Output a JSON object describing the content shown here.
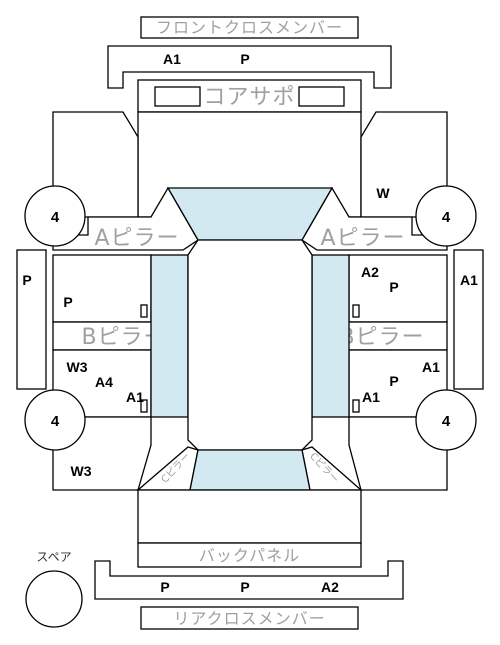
{
  "labels": {
    "front_cross_member": "フロントクロスメンバー",
    "core_support": "コアサポ",
    "a_pillar_left": "Aピラー",
    "a_pillar_right": "Aピラー",
    "b_pillar_left": "Bピラー",
    "b_pillar_right": "Bピラー",
    "back_panel": "バックパネル",
    "rear_cross_member": "リアクロスメンバー",
    "spare": "スペア",
    "c_pillar_left": "Cピラー",
    "c_pillar_right": "Cピラー"
  },
  "tires": {
    "front_left": "4",
    "front_right": "4",
    "rear_left": "4",
    "rear_right": "4"
  },
  "codes": {
    "front_cross_a1": "A1",
    "front_cross_p": "P",
    "right_front_fender_w": "W",
    "left_side_sill": "P",
    "right_side_sill": "A1",
    "left_front_door": "P",
    "right_front_door_a2": "A2",
    "right_front_door_p": "P",
    "left_rear_door_w3": "W3",
    "left_rear_door_a4": "A4",
    "left_rear_door_a1": "A1",
    "right_rear_door_p": "P",
    "right_rear_door_a1_upper": "A1",
    "right_rear_door_a1_lower": "A1",
    "left_rear_fender_w3": "W3",
    "rear_cross_p1": "P",
    "rear_cross_p2": "P",
    "rear_cross_a2": "A2"
  }
}
